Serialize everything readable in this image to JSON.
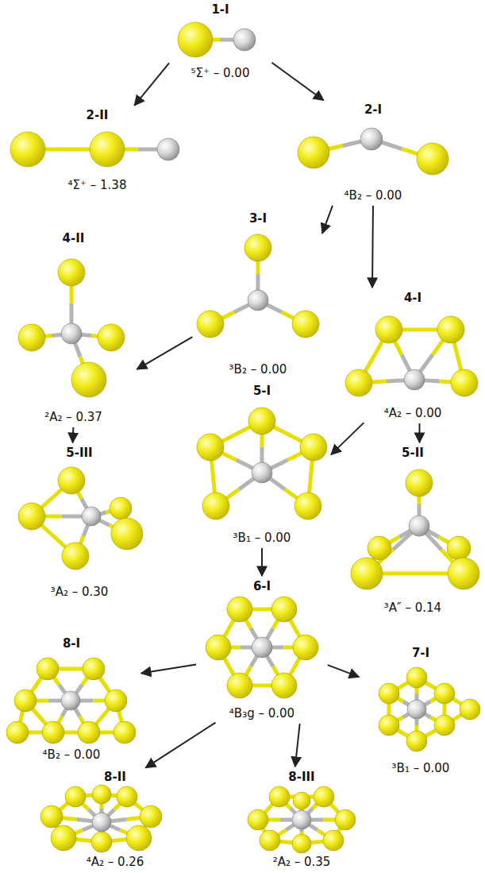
{
  "diagram": {
    "nodes": [
      {
        "text": [
          "1-I",
          "⁵Σ⁺ – 0.00"
        ]
      },
      {
        "text": [
          "2-II",
          "⁴Σ⁺ – 1.38"
        ]
      },
      {
        "text": [
          "2-I",
          "⁴B₂ – 0.00"
        ]
      },
      {
        "text": [
          "3-I",
          "³B₂ – 0.00"
        ]
      },
      {
        "text": [
          "4-II",
          "²A₂ – 0.37"
        ]
      },
      {
        "text": [
          "4-I",
          "⁴A₂ – 0.00"
        ]
      },
      {
        "text": [
          "5-I",
          "³B₁ – 0.00"
        ]
      },
      {
        "text": [
          "5-III",
          "³A₂ – 0.30"
        ]
      },
      {
        "text": [
          "5-II",
          "³A″ – 0.14"
        ]
      },
      {
        "text": [
          "6-I",
          "⁴B₃g – 0.00"
        ]
      },
      {
        "text": [
          "8-I",
          "⁴B₂ – 0.00"
        ]
      },
      {
        "text": [
          "7-I",
          "³B₁ – 0.00"
        ]
      },
      {
        "text": [
          "8-II",
          "⁴A₂ – 0.26"
        ]
      },
      {
        "text": [
          "8-III",
          "²A₂ – 0.35"
        ]
      }
    ],
    "edges": [
      {
        "from": 0,
        "to": 1,
        "arrow": "to"
      },
      {
        "from": 0,
        "to": 2,
        "arrow": "to"
      },
      {
        "from": 2,
        "to": 3,
        "arrow": "to"
      },
      {
        "from": 2,
        "to": 5,
        "arrow": "to"
      },
      {
        "from": 3,
        "to": 4,
        "arrow": "to"
      },
      {
        "from": 4,
        "to": 7,
        "arrow": "to"
      },
      {
        "from": 5,
        "to": 6,
        "arrow": "to"
      },
      {
        "from": 5,
        "to": 8,
        "arrow": "to"
      },
      {
        "from": 6,
        "to": 9,
        "arrow": "to"
      },
      {
        "from": 9,
        "to": 10,
        "arrow": "to"
      },
      {
        "from": 9,
        "to": 11,
        "arrow": "to"
      },
      {
        "from": 9,
        "to": 12,
        "arrow": "to"
      },
      {
        "from": 9,
        "to": 13,
        "arrow": "to"
      }
    ]
  }
}
